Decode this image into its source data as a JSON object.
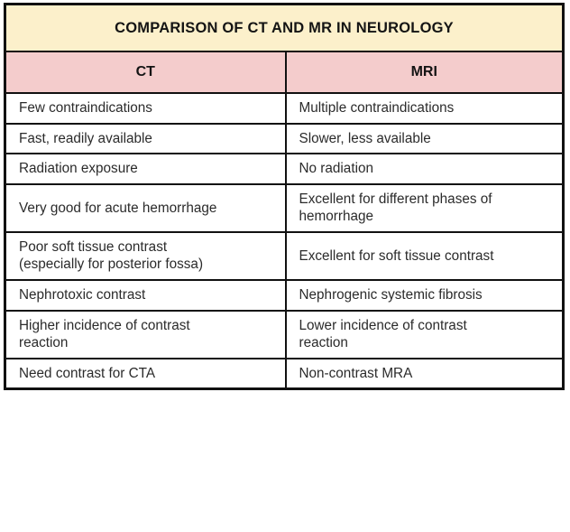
{
  "table": {
    "title": "COMPARISON OF CT AND MR IN NEUROLOGY",
    "columns": [
      {
        "label": "CT"
      },
      {
        "label": "MRI"
      }
    ],
    "rows": [
      {
        "ct": "Few contraindications",
        "mri": "Multiple contraindications"
      },
      {
        "ct": "Fast, readily available",
        "mri": "Slower, less available"
      },
      {
        "ct": "Radiation exposure",
        "mri": "No radiation"
      },
      {
        "ct": "Very good for acute hemorrhage",
        "mri": "Excellent for different phases of\nhemorrhage"
      },
      {
        "ct": "Poor soft tissue contrast\n(especially for posterior fossa)",
        "mri": "Excellent for soft tissue contrast"
      },
      {
        "ct": "Nephrotoxic contrast",
        "mri": "Nephrogenic systemic fibrosis"
      },
      {
        "ct": "Higher incidence of contrast\nreaction",
        "mri": "Lower incidence of contrast\nreaction"
      },
      {
        "ct": "Need contrast for CTA",
        "mri": "Non-contrast MRA"
      }
    ]
  },
  "colors": {
    "title_background": "#FCF0CB",
    "header_background": "#F4CCCC",
    "cell_background": "#FFFFFF",
    "border": "#111111",
    "text": "#2B2B2B",
    "heading_text": "#141414"
  }
}
